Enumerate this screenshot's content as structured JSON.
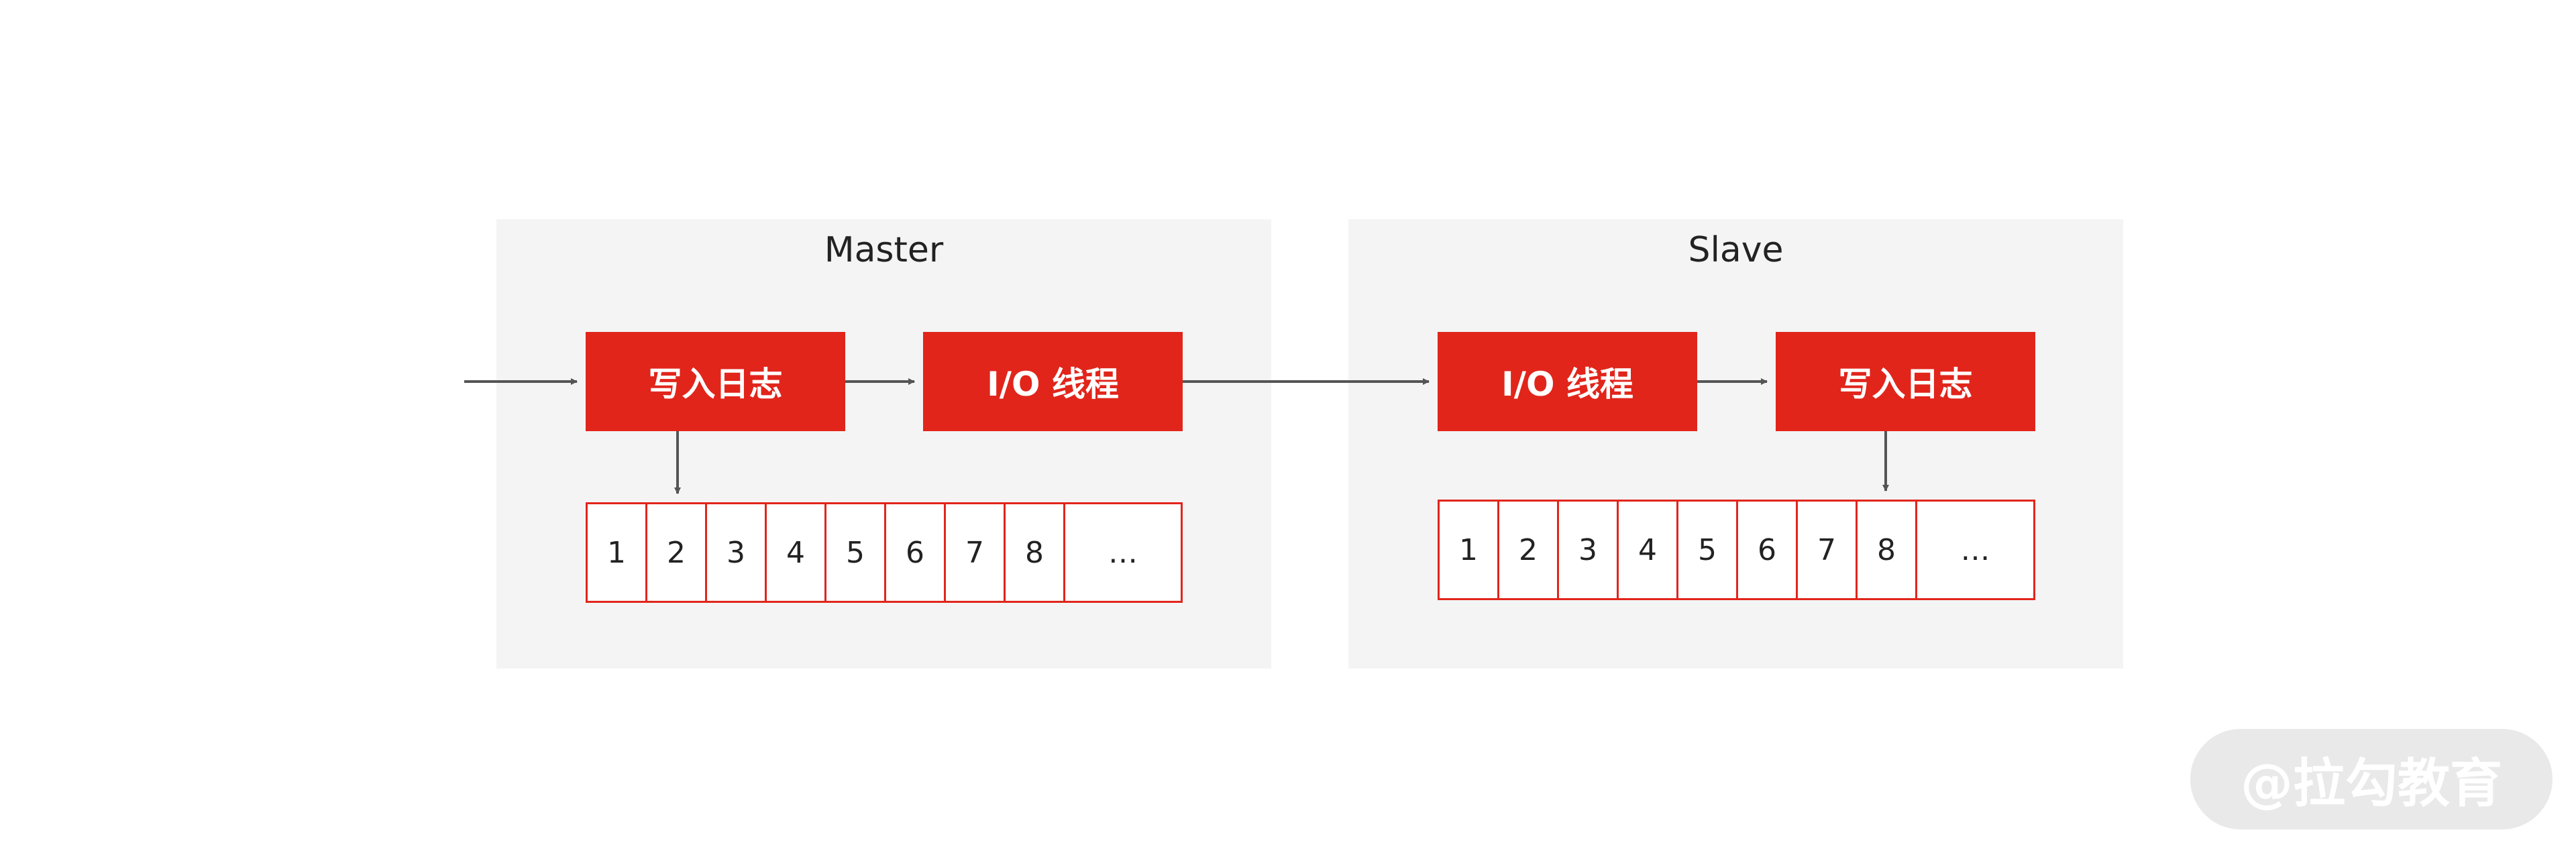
{
  "master": {
    "title": "Master",
    "write_log": "写入日志",
    "io_thread": "I/O 线程",
    "queue": [
      "1",
      "2",
      "3",
      "4",
      "5",
      "6",
      "7",
      "8",
      "…"
    ]
  },
  "slave": {
    "title": "Slave",
    "io_thread": "I/O 线程",
    "write_log": "写入日志",
    "queue": [
      "1",
      "2",
      "3",
      "4",
      "5",
      "6",
      "7",
      "8",
      "…"
    ]
  },
  "watermark": "@拉勾教育",
  "colors": {
    "accent": "#e1251b",
    "panel": "#f4f4f4",
    "arrow": "#555555"
  }
}
